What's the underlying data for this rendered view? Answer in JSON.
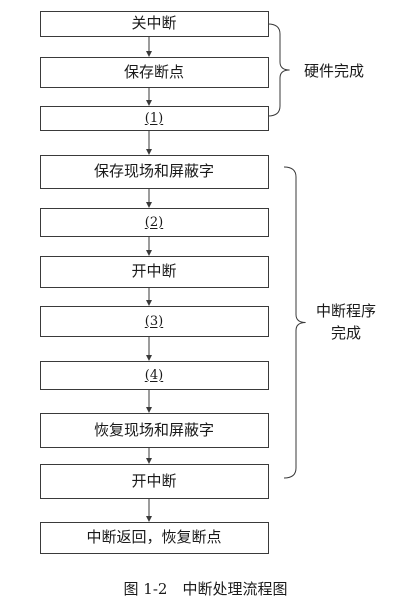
{
  "diagram": {
    "steps": [
      {
        "label": "关中断",
        "blank": false
      },
      {
        "label": "保存断点",
        "blank": false
      },
      {
        "label": "(1)",
        "blank": true
      },
      {
        "label": "保存现场和屏蔽字",
        "blank": false
      },
      {
        "label": "(2)",
        "blank": true
      },
      {
        "label": "开中断",
        "blank": false
      },
      {
        "label": "(3)",
        "blank": true
      },
      {
        "label": "(4)",
        "blank": true
      },
      {
        "label": "恢复现场和屏蔽字",
        "blank": false
      },
      {
        "label": "开中断",
        "blank": false
      },
      {
        "label": "中断返回，恢复断点",
        "blank": false
      }
    ],
    "groups": [
      {
        "label": "硬件完成",
        "from_step": 0,
        "to_step": 2
      },
      {
        "label": "中断程序\n完成",
        "from_step": 3,
        "to_step": 9
      }
    ],
    "caption": "图 1-2　中断处理流程图",
    "colors": {
      "stroke": "#3a3a3a",
      "text": "#1a1a1a"
    }
  }
}
